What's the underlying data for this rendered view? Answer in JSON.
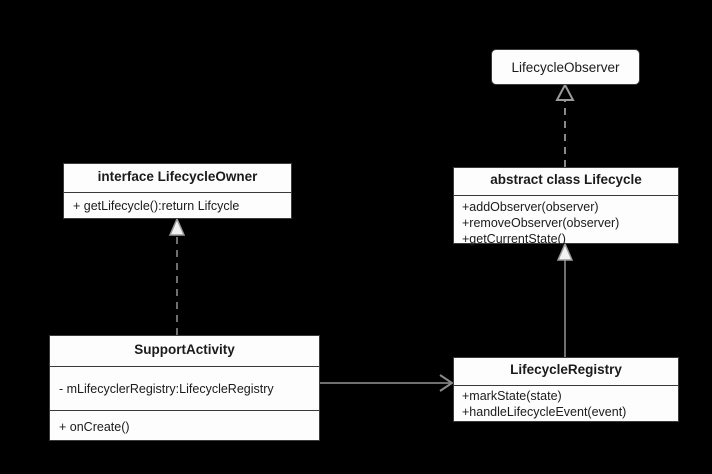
{
  "diagram": {
    "kind": "uml-class-diagram",
    "background_color": "#000000",
    "node_fill_color": "#fdfdfd",
    "node_border_color": "#3a3a3a",
    "edge_color": "#808080",
    "text_color": "#1b1b1b"
  },
  "nodes": {
    "lifecycle_observer": {
      "title": "LifecycleObserver",
      "members": []
    },
    "lifecycle_owner": {
      "title": "interface LifecycleOwner",
      "members": [
        "+ getLifecycle():return Lifcycle"
      ]
    },
    "lifecycle": {
      "title": "abstract class Lifecycle",
      "members": [
        "+addObserver(observer)",
        "+removeObserver(observer)",
        "+getCurrentState()"
      ]
    },
    "support_activity": {
      "title": "SupportActivity",
      "attributes": [
        "- mLifecyclerRegistry:LifecycleRegistry"
      ],
      "operations": [
        "+ onCreate()"
      ]
    },
    "lifecycle_registry": {
      "title": "LifecycleRegistry",
      "members": [
        "+markState(state)",
        "+handleLifecycleEvent(event)"
      ]
    }
  },
  "edges": [
    {
      "id": "lifecycle-implements-observer",
      "from": "lifecycle",
      "to": "lifecycle_observer",
      "style": "dashed",
      "arrowhead": "hollow-triangle",
      "label": ""
    },
    {
      "id": "registry-extends-lifecycle",
      "from": "lifecycle_registry",
      "to": "lifecycle",
      "style": "solid",
      "arrowhead": "hollow-triangle",
      "label": ""
    },
    {
      "id": "supportactivity-implements-owner",
      "from": "support_activity",
      "to": "lifecycle_owner",
      "style": "dashed",
      "arrowhead": "hollow-triangle",
      "label": ""
    },
    {
      "id": "supportactivity-uses-registry",
      "from": "support_activity",
      "to": "lifecycle_registry",
      "style": "solid",
      "arrowhead": "open-arrow",
      "label": ""
    }
  ]
}
